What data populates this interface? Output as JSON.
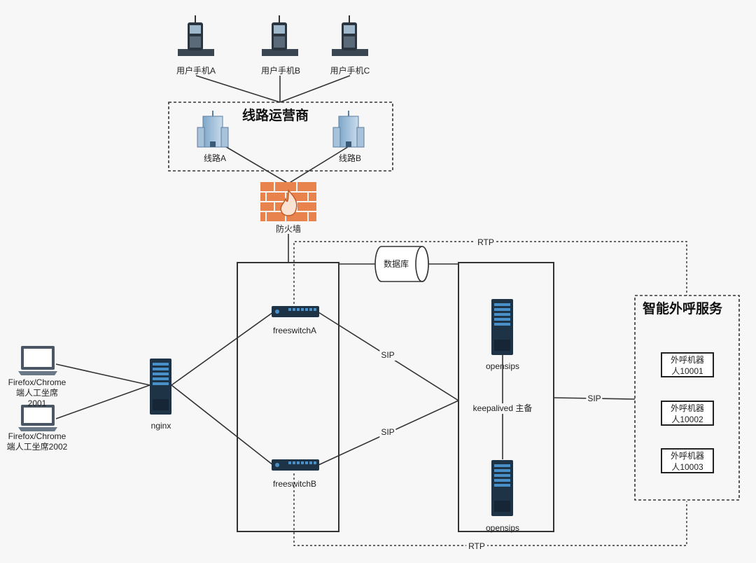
{
  "phones": [
    {
      "label": "用户手机A",
      "icon": "mobile-phone-icon"
    },
    {
      "label": "用户手机B",
      "icon": "mobile-phone-icon"
    },
    {
      "label": "用户手机C",
      "icon": "mobile-phone-icon"
    }
  ],
  "carrier": {
    "title": "线路运营商",
    "lines": [
      {
        "label": "线路A",
        "icon": "office-building-icon"
      },
      {
        "label": "线路B",
        "icon": "office-building-icon"
      }
    ]
  },
  "firewall": {
    "label": "防火墙",
    "icon": "firewall-icon",
    "color": "#e8834e"
  },
  "database": {
    "label": "数据库",
    "icon": "database-cylinder-icon"
  },
  "rtp_top": "RTP",
  "rtp_bottom": "RTP",
  "clients": [
    {
      "label_line1": "Firefox/Chrome",
      "label_line2": "端人工坐席",
      "label_line3": "2001",
      "icon": "laptop-icon"
    },
    {
      "label_line1": "Firefox/Chrome",
      "label_line2": "端人工坐席2002",
      "icon": "laptop-icon"
    }
  ],
  "nginx": {
    "label": "nginx",
    "icon": "server-icon"
  },
  "freeswitch": [
    {
      "label": "freeswitchA",
      "icon": "network-switch-icon"
    },
    {
      "label": "freeswitchB",
      "icon": "network-switch-icon"
    }
  ],
  "sip_labels": [
    "SIP",
    "SIP",
    "SIP"
  ],
  "opensips": [
    {
      "label": "opensips",
      "icon": "server-icon"
    },
    {
      "label": "opensips",
      "icon": "server-icon"
    }
  ],
  "keepalived": "keepalived 主备",
  "outbound": {
    "title": "智能外呼服务",
    "robots": [
      {
        "line1": "外呼机器",
        "line2": "人10001"
      },
      {
        "line1": "外呼机器",
        "line2": "人10002"
      },
      {
        "line1": "外呼机器",
        "line2": "人10003"
      }
    ]
  },
  "colors": {
    "line": "#333333",
    "server_dark": "#1f3347",
    "server_blue": "#4a90c8",
    "firewall_orange": "#e8834e"
  }
}
